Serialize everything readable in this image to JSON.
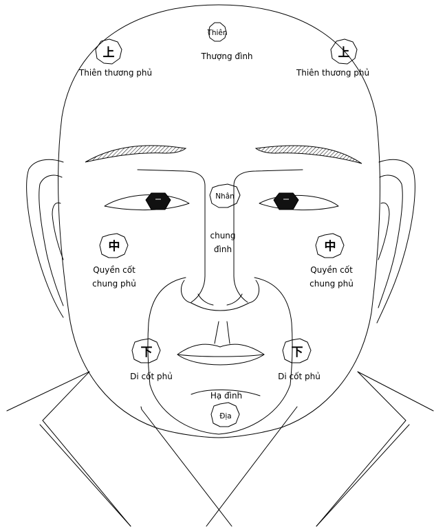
{
  "markers": {
    "top": {
      "name": "Thiên",
      "label": "Thượng đình"
    },
    "middle": {
      "name": "Nhân",
      "label_line1": "chung",
      "label_line2": "đình"
    },
    "bottom": {
      "name": "Địa",
      "label": "Hạ đình"
    }
  },
  "regions": {
    "upper_left": {
      "glyph": "上",
      "label": "Thiên thương phủ"
    },
    "upper_right": {
      "glyph": "上",
      "label": "Thiên thương phủ"
    },
    "mid_left": {
      "glyph": "中",
      "label_line1": "Quyền cốt",
      "label_line2": "chung phủ"
    },
    "mid_right": {
      "glyph": "中",
      "label_line1": "Quyền cốt",
      "label_line2": "chung phủ"
    },
    "low_left": {
      "glyph": "下",
      "label": "Di cốt phủ"
    },
    "low_right": {
      "glyph": "下",
      "label": "Di cốt phủ"
    }
  },
  "colors": {
    "line": "#000000",
    "background": "#ffffff",
    "pupil": "#111111"
  }
}
